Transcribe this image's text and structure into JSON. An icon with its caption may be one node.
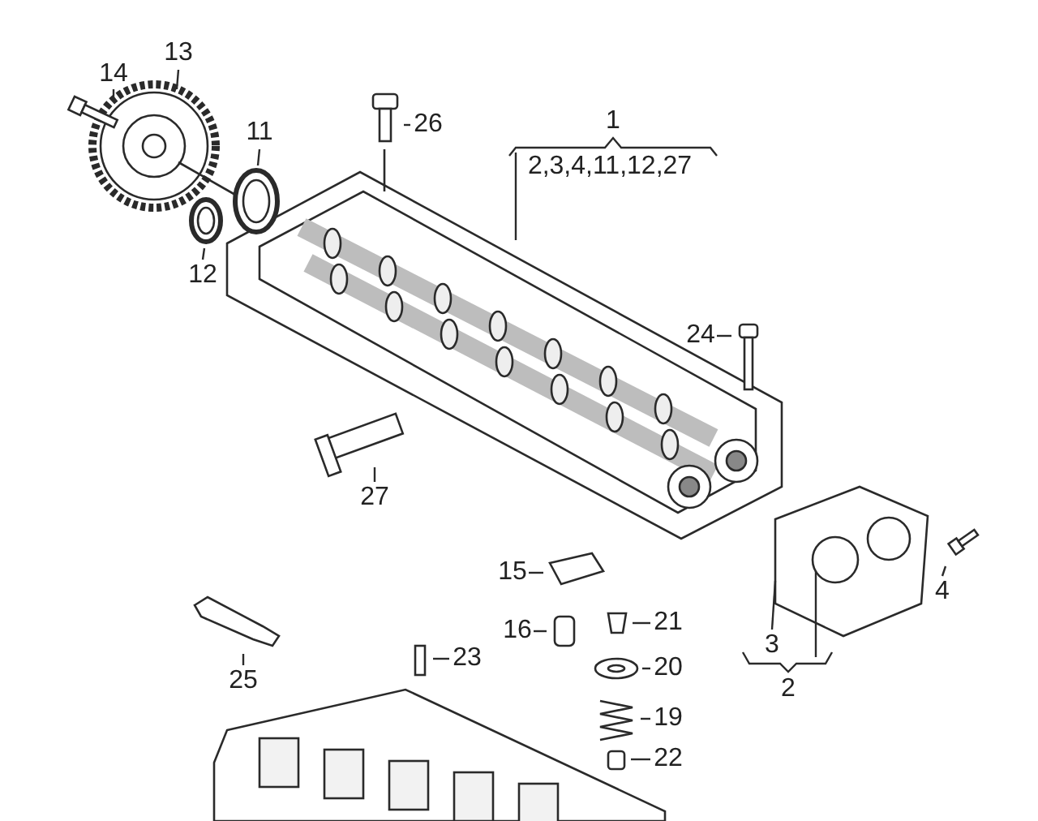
{
  "diagram": {
    "nodes": [
      {
        "text": [
          "14"
        ]
      },
      {
        "text": [
          "13"
        ]
      },
      {
        "text": [
          "11"
        ]
      },
      {
        "text": [
          "12"
        ]
      },
      {
        "text": [
          "26"
        ]
      },
      {
        "text": [
          "1"
        ],
        "beside": [
          "2,3,4,11,12,27"
        ]
      },
      {
        "text": [
          "24"
        ]
      },
      {
        "text": [
          "27"
        ]
      },
      {
        "text": [
          "15"
        ]
      },
      {
        "text": [
          "16"
        ]
      },
      {
        "text": [
          "21"
        ]
      },
      {
        "text": [
          "20"
        ]
      },
      {
        "text": [
          "19"
        ]
      },
      {
        "text": [
          "22"
        ]
      },
      {
        "text": [
          "23"
        ]
      },
      {
        "text": [
          "25"
        ]
      },
      {
        "text": [
          "3"
        ]
      },
      {
        "text": [
          "4"
        ]
      },
      {
        "text": [
          "2"
        ]
      }
    ],
    "edges": [
      {
        "from": 0,
        "to": null,
        "arrow": "none"
      },
      {
        "from": 1,
        "to": null,
        "arrow": "none"
      },
      {
        "from": 2,
        "to": null,
        "arrow": "none"
      },
      {
        "from": 3,
        "to": null,
        "arrow": "none"
      },
      {
        "from": 4,
        "to": null,
        "arrow": "none"
      },
      {
        "from": 5,
        "to": null,
        "arrow": "none"
      },
      {
        "from": 6,
        "to": null,
        "arrow": "none"
      },
      {
        "from": 7,
        "to": null,
        "arrow": "none"
      },
      {
        "from": 8,
        "to": null,
        "arrow": "none"
      },
      {
        "from": 9,
        "to": null,
        "arrow": "none"
      },
      {
        "from": 10,
        "to": null,
        "arrow": "none"
      },
      {
        "from": 11,
        "to": null,
        "arrow": "none"
      },
      {
        "from": 12,
        "to": null,
        "arrow": "none"
      },
      {
        "from": 13,
        "to": null,
        "arrow": "none"
      },
      {
        "from": 14,
        "to": null,
        "arrow": "none"
      },
      {
        "from": 15,
        "to": null,
        "arrow": "none"
      },
      {
        "from": 16,
        "to": null,
        "arrow": "none"
      },
      {
        "from": 17,
        "to": null,
        "arrow": "none"
      },
      {
        "from": 18,
        "to": null,
        "arrow": "none"
      }
    ]
  }
}
